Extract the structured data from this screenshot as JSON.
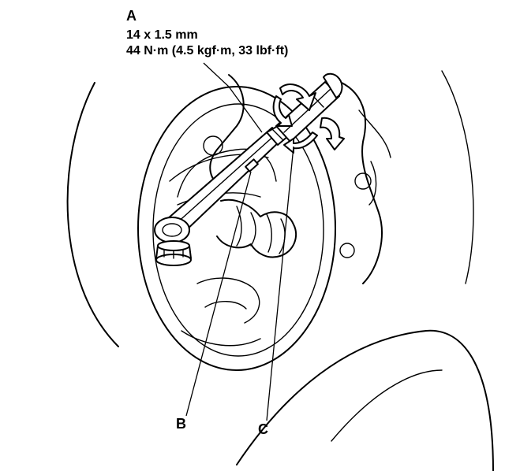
{
  "labels": {
    "a": "A",
    "b": "B",
    "c": "C"
  },
  "spec": {
    "size": "14 x 1.5 mm",
    "torque": "44 N·m (4.5 kgf·m, 33 lbf·ft)"
  }
}
